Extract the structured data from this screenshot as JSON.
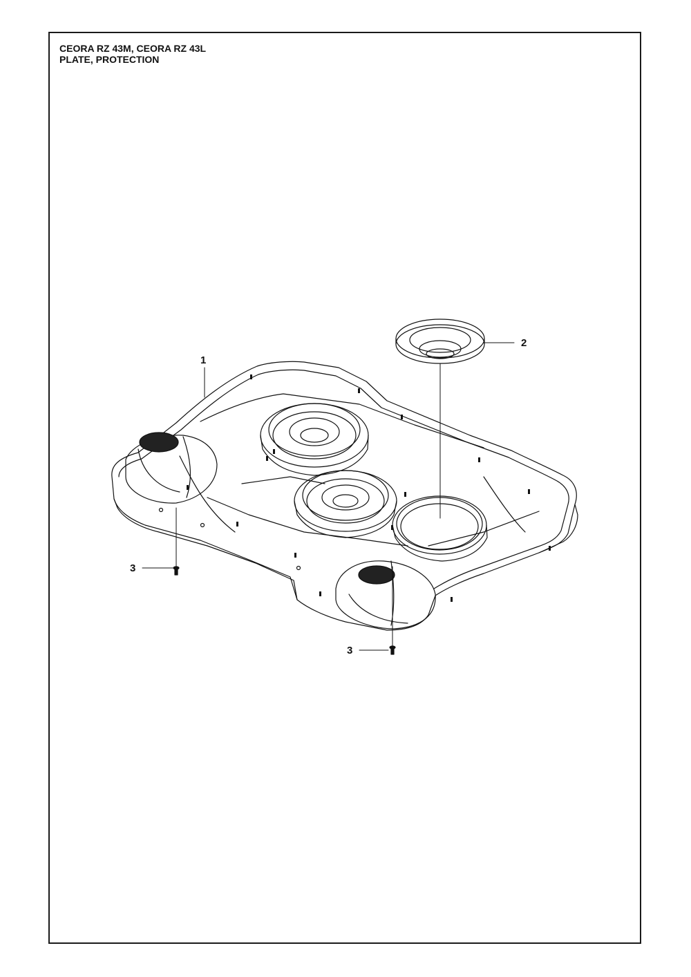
{
  "header": {
    "line1": "CEORA RZ 43M, CEORA RZ 43L",
    "line2": "PLATE, PROTECTION"
  },
  "callouts": {
    "part1": "1",
    "part2": "2",
    "part3a": "3",
    "part3b": "3"
  },
  "colors": {
    "ink": "#111111",
    "frame": "#1a1a1a",
    "paper": "#ffffff"
  }
}
